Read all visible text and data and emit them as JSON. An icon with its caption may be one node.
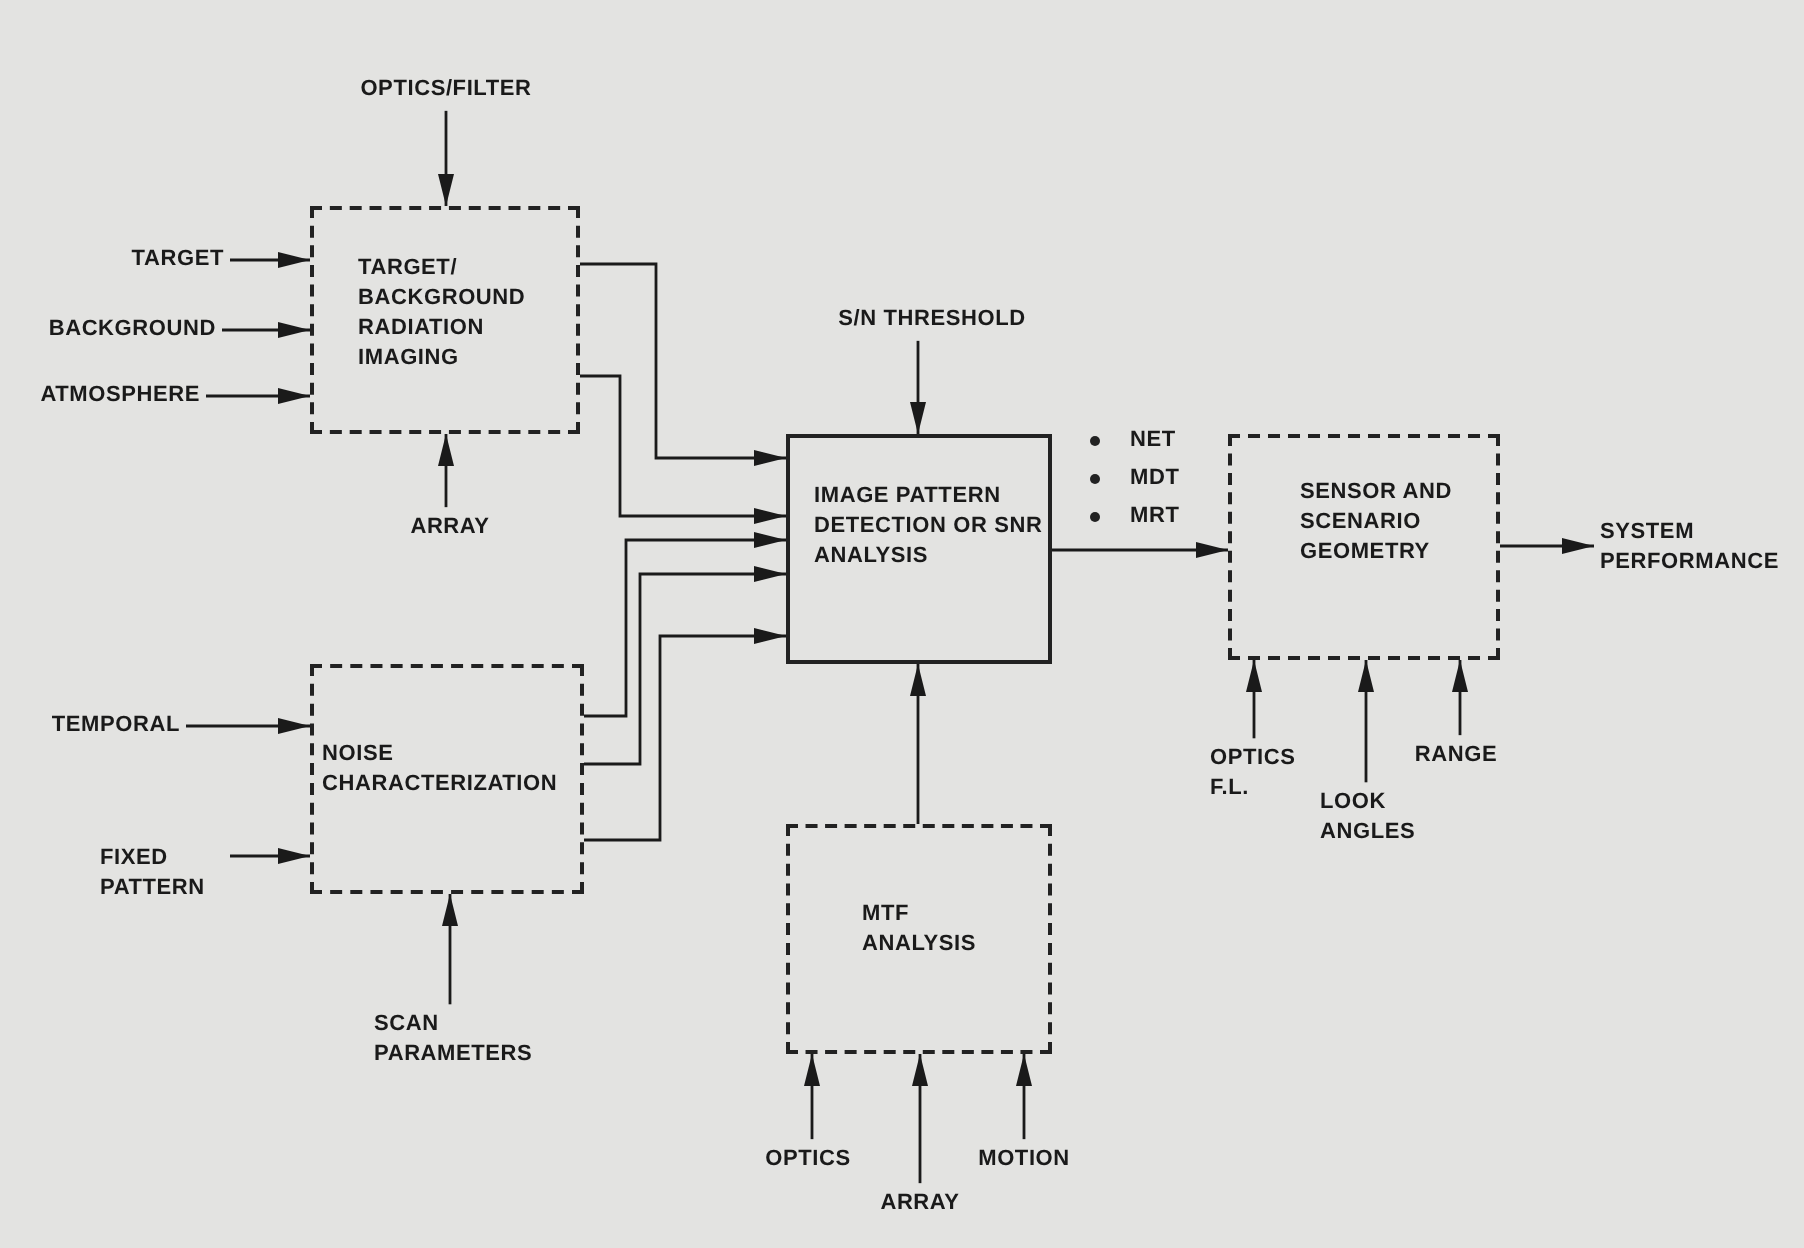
{
  "diagram": {
    "nodes": [
      {
        "text": [
          "OPTICS/FILTER"
        ]
      },
      {
        "text": [
          "TARGET"
        ]
      },
      {
        "text": [
          "BACKGROUND"
        ]
      },
      {
        "text": [
          "ATMOSPHERE"
        ]
      },
      {
        "text": [
          "TARGET/ BACKGROUND RADIATION IMAGING"
        ]
      },
      {
        "text": [
          "ARRAY"
        ]
      },
      {
        "text": [
          "TEMPORAL"
        ]
      },
      {
        "text": [
          "FIXED PATTERN"
        ]
      },
      {
        "text": [
          "NOISE CHARACTERIZATION"
        ]
      },
      {
        "text": [
          "SCAN PARAMETERS"
        ]
      },
      {
        "text": [
          "S/N THRESHOLD"
        ]
      },
      {
        "text": [
          "IMAGE PATTERN DETECTION OR SNR ANALYSIS"
        ]
      },
      {
        "text": [
          "MTF ANALYSIS"
        ]
      },
      {
        "text": [
          "OPTICS"
        ]
      },
      {
        "text": [
          "ARRAY"
        ]
      },
      {
        "text": [
          "MOTION"
        ]
      },
      {
        "text": [
          "SENSOR AND SCENARIO GEOMETRY"
        ]
      },
      {
        "text": [
          "SYSTEM PERFORMANCE"
        ]
      },
      {
        "text": [
          "OPTICS F.L."
        ]
      },
      {
        "text": [
          "LOOK ANGLES"
        ]
      },
      {
        "text": [
          "RANGE"
        ]
      }
    ],
    "edges": [
      {
        "from": 0,
        "to": 4,
        "arrow": "to"
      },
      {
        "from": 1,
        "to": 4,
        "arrow": "to"
      },
      {
        "from": 2,
        "to": 4,
        "arrow": "to"
      },
      {
        "from": 3,
        "to": 4,
        "arrow": "to"
      },
      {
        "from": 5,
        "to": 4,
        "arrow": "to"
      },
      {
        "from": 4,
        "to": 11,
        "arrow": "to"
      },
      {
        "from": 4,
        "to": 11,
        "arrow": "to"
      },
      {
        "from": 8,
        "to": 11,
        "arrow": "to"
      },
      {
        "from": 8,
        "to": 11,
        "arrow": "to"
      },
      {
        "from": 8,
        "to": 11,
        "arrow": "to"
      },
      {
        "from": 6,
        "to": 8,
        "arrow": "to"
      },
      {
        "from": 7,
        "to": 8,
        "arrow": "to"
      },
      {
        "from": 9,
        "to": 8,
        "arrow": "to"
      },
      {
        "from": 10,
        "to": 11,
        "arrow": "to"
      },
      {
        "from": 12,
        "to": 11,
        "arrow": "to"
      },
      {
        "from": 13,
        "to": 12,
        "arrow": "to"
      },
      {
        "from": 14,
        "to": 12,
        "arrow": "to"
      },
      {
        "from": 15,
        "to": 12,
        "arrow": "to"
      },
      {
        "from": 11,
        "to": 16,
        "arrow": "to"
      },
      {
        "from": 16,
        "to": 17,
        "arrow": "to"
      },
      {
        "from": 18,
        "to": 16,
        "arrow": "to"
      },
      {
        "from": 19,
        "to": 16,
        "arrow": "to"
      },
      {
        "from": 20,
        "to": 16,
        "arrow": "to"
      }
    ],
    "labels": [
      "NET",
      "MDT",
      "MRT"
    ]
  }
}
